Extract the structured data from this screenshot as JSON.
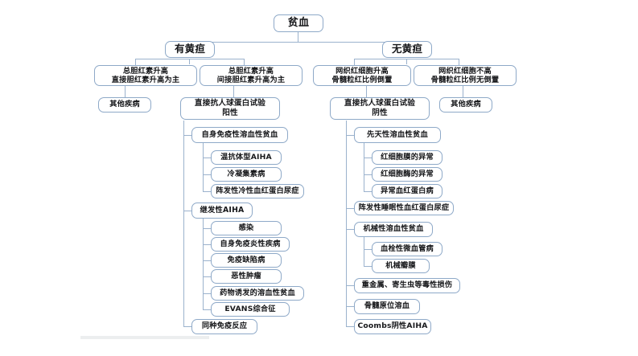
{
  "diagram": {
    "title": "贫血",
    "type": "medical-diagnostic-flowchart",
    "colors": {
      "node_border": "#8ea9c8",
      "node_fill": "#ffffff",
      "connector": "#9bb2cd",
      "text": "#16171a",
      "footer_bar": "#eceeef"
    },
    "nodes": {
      "root": "贫血",
      "jaundice_yes": "有黄疸",
      "jaundice_no": "无黄疸",
      "bili_direct": "总胆红素升高\n直接胆红素升高为主",
      "bili_indirect": "总胆红素升高\n间接胆红素升高为主",
      "retic_high": "网织红细胞升高\n骨髓粒红比例倒置",
      "retic_normal": "网织红细胞不高\n骨髓粒红比例无倒置",
      "other_disease_left": "其他疾病",
      "other_disease_right": "其他疾病",
      "coombs_positive": "直接抗人球蛋白试验\n阳性",
      "coombs_negative": "直接抗人球蛋白试验\n阴性",
      "aiha": "自身免疫性溶血性贫血",
      "warm_aiha": "温抗体型AIHA",
      "cold_agglutinin": "冷凝集素病",
      "pch": "阵发性冷性血红蛋白尿症",
      "secondary_aiha": "继发性AIHA",
      "infection": "感染",
      "autoimmune_inflammatory": "自身免疫炎性疾病",
      "immunodeficiency": "免疫缺陷病",
      "malignancy": "恶性肿瘤",
      "drug_induced": "药物诱发的溶血性贫血",
      "evans": "EVANS综合征",
      "alloimmune": "同种免疫反应",
      "congenital_hemolytic": "先天性溶血性贫血",
      "membrane_defect": "红细胞膜的异常",
      "enzyme_defect": "红细胞酶的异常",
      "hemoglobinopathy": "异常血红蛋白病",
      "pnh": "阵发性睡眠性血红蛋白尿症",
      "mechanical_hemolysis": "机械性溶血性贫血",
      "tma": "血栓性微血管病",
      "mechanical_valve": "机械瓣膜",
      "toxic_injury": "重金属、寄生虫等毒性损伤",
      "marrow_hemolysis": "骨髓原位溶血",
      "coombs_negative_aiha": "Coombs阴性AIHA"
    }
  }
}
